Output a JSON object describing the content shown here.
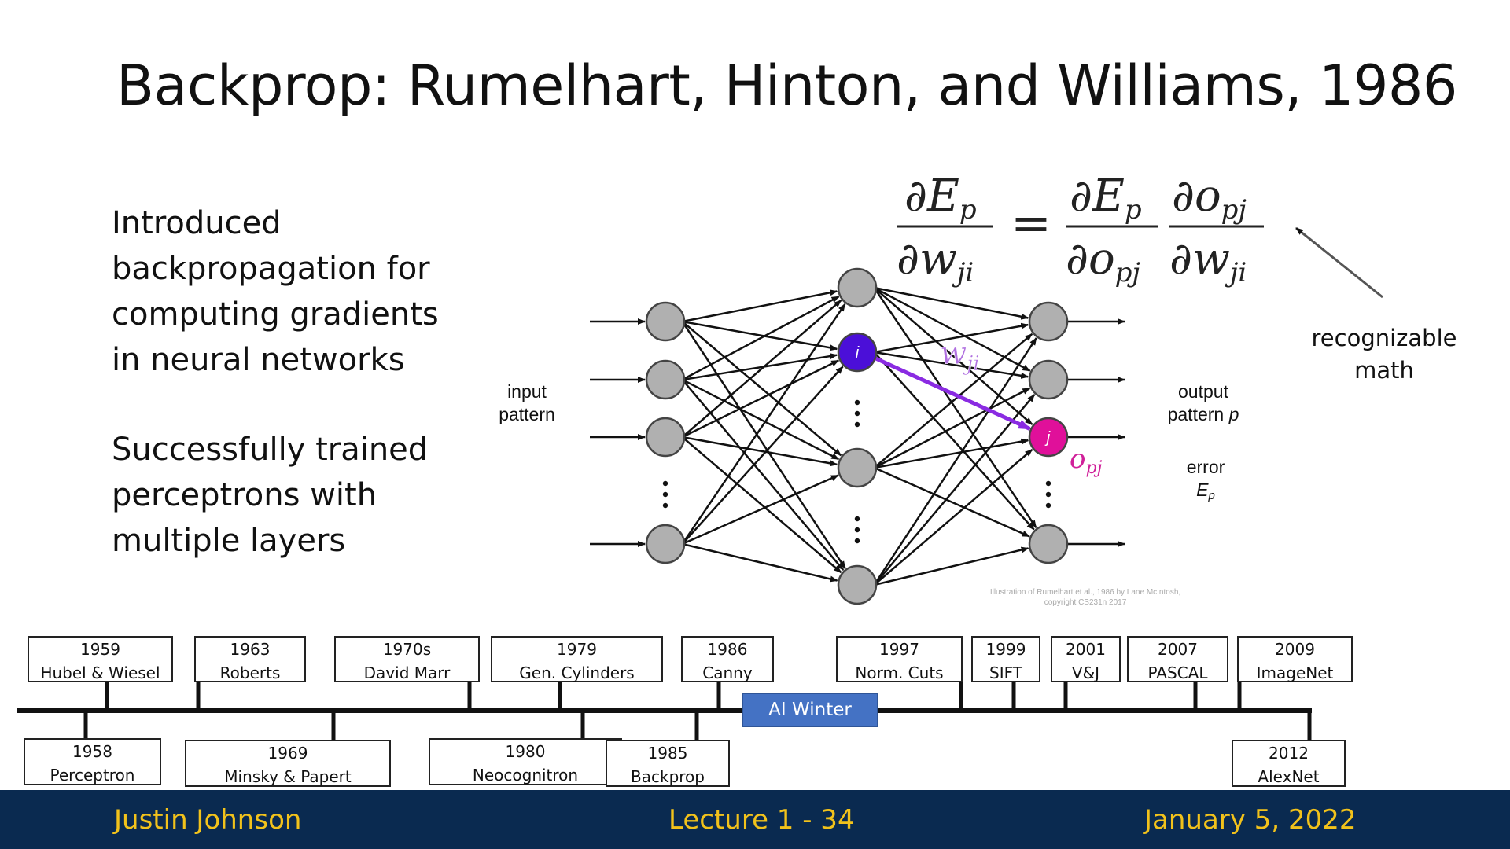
{
  "title": "Backprop: Rumelhart, Hinton, and Williams, 1986",
  "bullets": {
    "b1": [
      "Introduced",
      "backpropagation for",
      "computing gradients",
      "in neural networks"
    ],
    "b2": [
      "Successfully trained",
      "perceptrons with",
      "multiple layers"
    ]
  },
  "diagram": {
    "input_label": [
      "input",
      "pattern"
    ],
    "output_label": [
      "output",
      "pattern "
    ],
    "output_label_var": "p",
    "error_label": "error",
    "error_var": "E",
    "error_sub": "p",
    "node_i": "i",
    "node_j": "j",
    "weight_label": "w",
    "weight_sub": "ji",
    "output_var": "o",
    "output_sub": "pj",
    "equation": "∂E_p/∂w_ji = ∂E_p/∂o_pj · ∂o_pj/∂w_ji",
    "credit": [
      "Illustration of Rumelhart et al., 1986 by Lane McIntosh,",
      "copyright CS231n 2017"
    ],
    "colors": {
      "node_i": "#4b0fd8",
      "node_j": "#e0109a",
      "arrow": "#8a2be2",
      "node": "#b0b0b0"
    }
  },
  "annotation": [
    "recognizable",
    "math"
  ],
  "timeline": {
    "top": [
      {
        "year": "1959",
        "name": "Hubel & Wiesel"
      },
      {
        "year": "1963",
        "name": "Roberts"
      },
      {
        "year": "1970s",
        "name": "David Marr"
      },
      {
        "year": "1979",
        "name": "Gen. Cylinders"
      },
      {
        "year": "1986",
        "name": "Canny"
      },
      {
        "year": "1997",
        "name": "Norm. Cuts"
      },
      {
        "year": "1999",
        "name": "SIFT"
      },
      {
        "year": "2001",
        "name": "V&J"
      },
      {
        "year": "2007",
        "name": "PASCAL"
      },
      {
        "year": "2009",
        "name": "ImageNet"
      }
    ],
    "bottom": [
      {
        "year": "1958",
        "name": "Perceptron"
      },
      {
        "year": "1969",
        "name": "Minsky & Papert"
      },
      {
        "year": "1980",
        "name": "Neocognitron"
      },
      {
        "year": "1985",
        "name": "Backprop"
      },
      {
        "year": "2012",
        "name": "AlexNet"
      }
    ],
    "winter": "AI Winter"
  },
  "footer": {
    "author": "Justin Johnson",
    "lecture": "Lecture 1 - 34",
    "date": "January 5, 2022"
  }
}
